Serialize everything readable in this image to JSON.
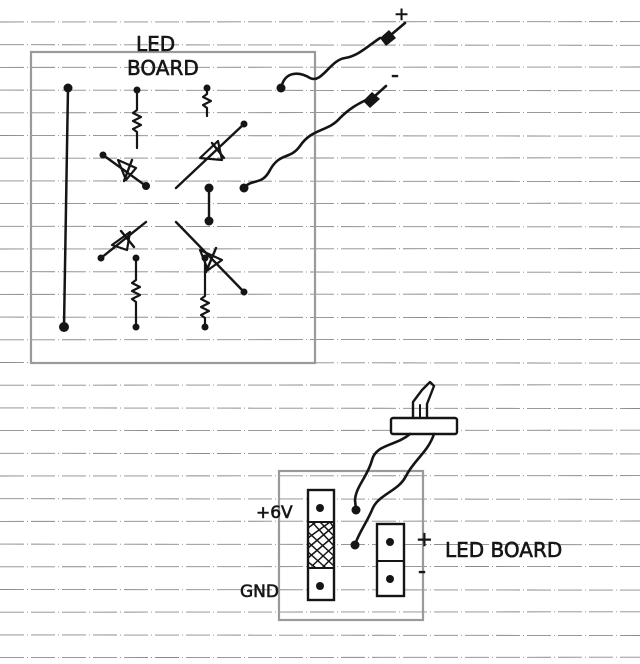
{
  "top_diagram": {
    "title_line1": "LED",
    "title_line2": "BOARD",
    "plus_sign": "+",
    "minus_sign": "-"
  },
  "bottom_diagram": {
    "voltage_label": "+6V",
    "ground_label": "GND",
    "board_label": "LED BOARD",
    "plus_sign": "+",
    "minus_sign": "-"
  },
  "colors": {
    "ink": "#151515",
    "paper_line": "#8a8a8a",
    "box_outline": "#9a9a9a",
    "paper": "#ffffff"
  }
}
